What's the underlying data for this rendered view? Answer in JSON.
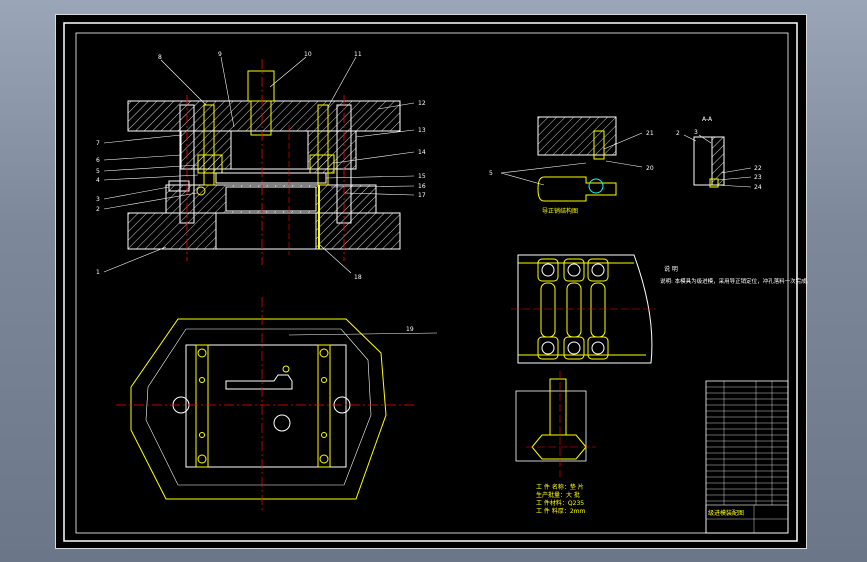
{
  "drawing": {
    "main_section_labels": [
      "1",
      "2",
      "3",
      "4",
      "5",
      "6",
      "7",
      "8",
      "9",
      "10",
      "11",
      "12",
      "13",
      "14",
      "15",
      "16",
      "17",
      "18"
    ],
    "plan_label": "19",
    "detail_section_title": "A-A",
    "detail_labels": [
      "2",
      "3",
      "22",
      "23",
      "24"
    ],
    "guide_labels": [
      "5",
      "21",
      "20"
    ],
    "guide_caption": "导正销结构图",
    "strip_title": "说 明",
    "strip_note": "说明: 本模具为级进模，采用导正销定位，冲孔落料一次完成。",
    "part_specs": [
      "工 件 名称：垫 片",
      "生产批量：大 批",
      "工 件材料：Q235",
      "工 件 料厚：2mm"
    ],
    "title_block_label": "级进模装配图"
  },
  "colors": {
    "background": "#000000",
    "outline": "#ffffff",
    "centerline": "#ff0000",
    "hatch": "#ffffff",
    "part_yellow": "#ffff00",
    "cyan": "#00ffff"
  }
}
